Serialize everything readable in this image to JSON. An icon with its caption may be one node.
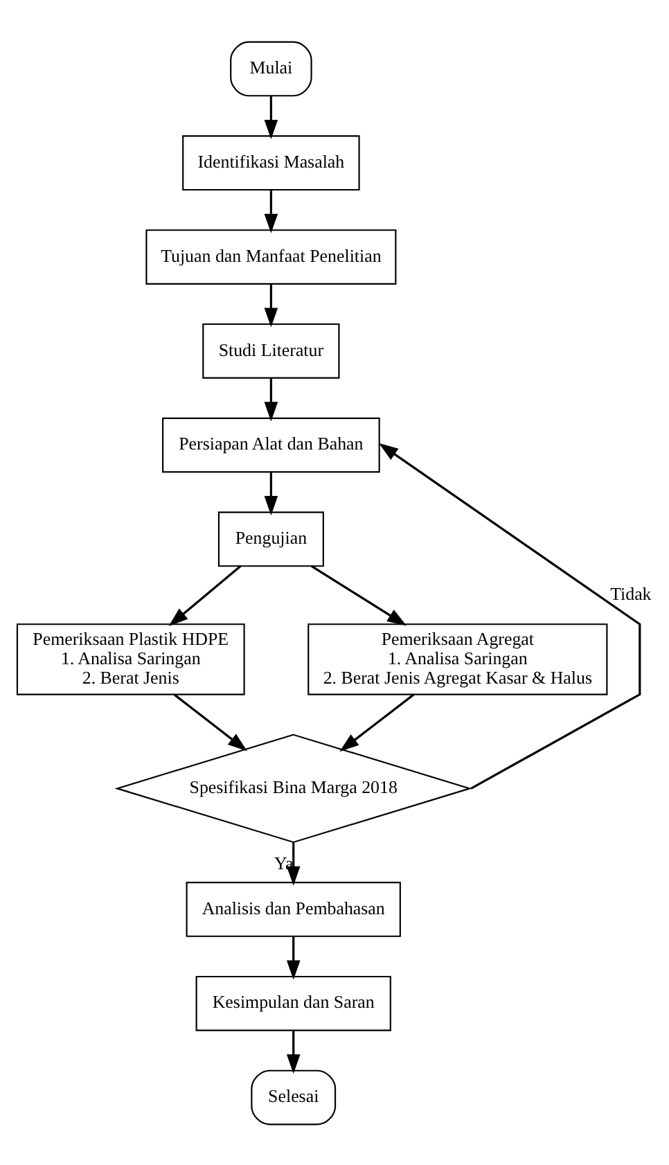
{
  "diagram": {
    "nodes": [
      {
        "text": [
          "Mulai"
        ]
      },
      {
        "text": [
          "Identifikasi Masalah"
        ]
      },
      {
        "text": [
          "Tujuan dan Manfaat Penelitian"
        ]
      },
      {
        "text": [
          "Studi Literatur"
        ]
      },
      {
        "text": [
          "Persiapan Alat dan Bahan"
        ]
      },
      {
        "text": [
          "Pengujian"
        ]
      },
      {
        "text": [
          "Pemeriksaan Plastik HDPE",
          "1. Analisa Saringan",
          "2. Berat Jenis"
        ]
      },
      {
        "text": [
          "Pemeriksaan Agregat",
          "1. Analisa Saringan",
          "2. Berat Jenis Agregat Kasar & Halus"
        ]
      },
      {
        "text": [
          "Spesifikasi Bina Marga 2018"
        ]
      },
      {
        "text": [
          "Analisis dan Pembahasan"
        ]
      },
      {
        "text": [
          "Kesimpulan dan Saran"
        ]
      },
      {
        "text": [
          "Selesai"
        ]
      }
    ],
    "edges": [
      {
        "from": 0,
        "to": 1,
        "arrow": "to"
      },
      {
        "from": 1,
        "to": 2,
        "arrow": "to"
      },
      {
        "from": 2,
        "to": 3,
        "arrow": "to"
      },
      {
        "from": 3,
        "to": 4,
        "arrow": "to"
      },
      {
        "from": 4,
        "to": 5,
        "arrow": "to"
      },
      {
        "from": 5,
        "to": 6,
        "arrow": "to"
      },
      {
        "from": 5,
        "to": 7,
        "arrow": "to"
      },
      {
        "from": 6,
        "to": 8,
        "arrow": "to"
      },
      {
        "from": 7,
        "to": 8,
        "arrow": "to"
      },
      {
        "from": 8,
        "to": 4,
        "arrow": "to",
        "label": "Tidak"
      },
      {
        "from": 8,
        "to": 9,
        "arrow": "to",
        "label": "Ya"
      },
      {
        "from": 9,
        "to": 10,
        "arrow": "to"
      },
      {
        "from": 10,
        "to": 11,
        "arrow": "to"
      }
    ]
  }
}
